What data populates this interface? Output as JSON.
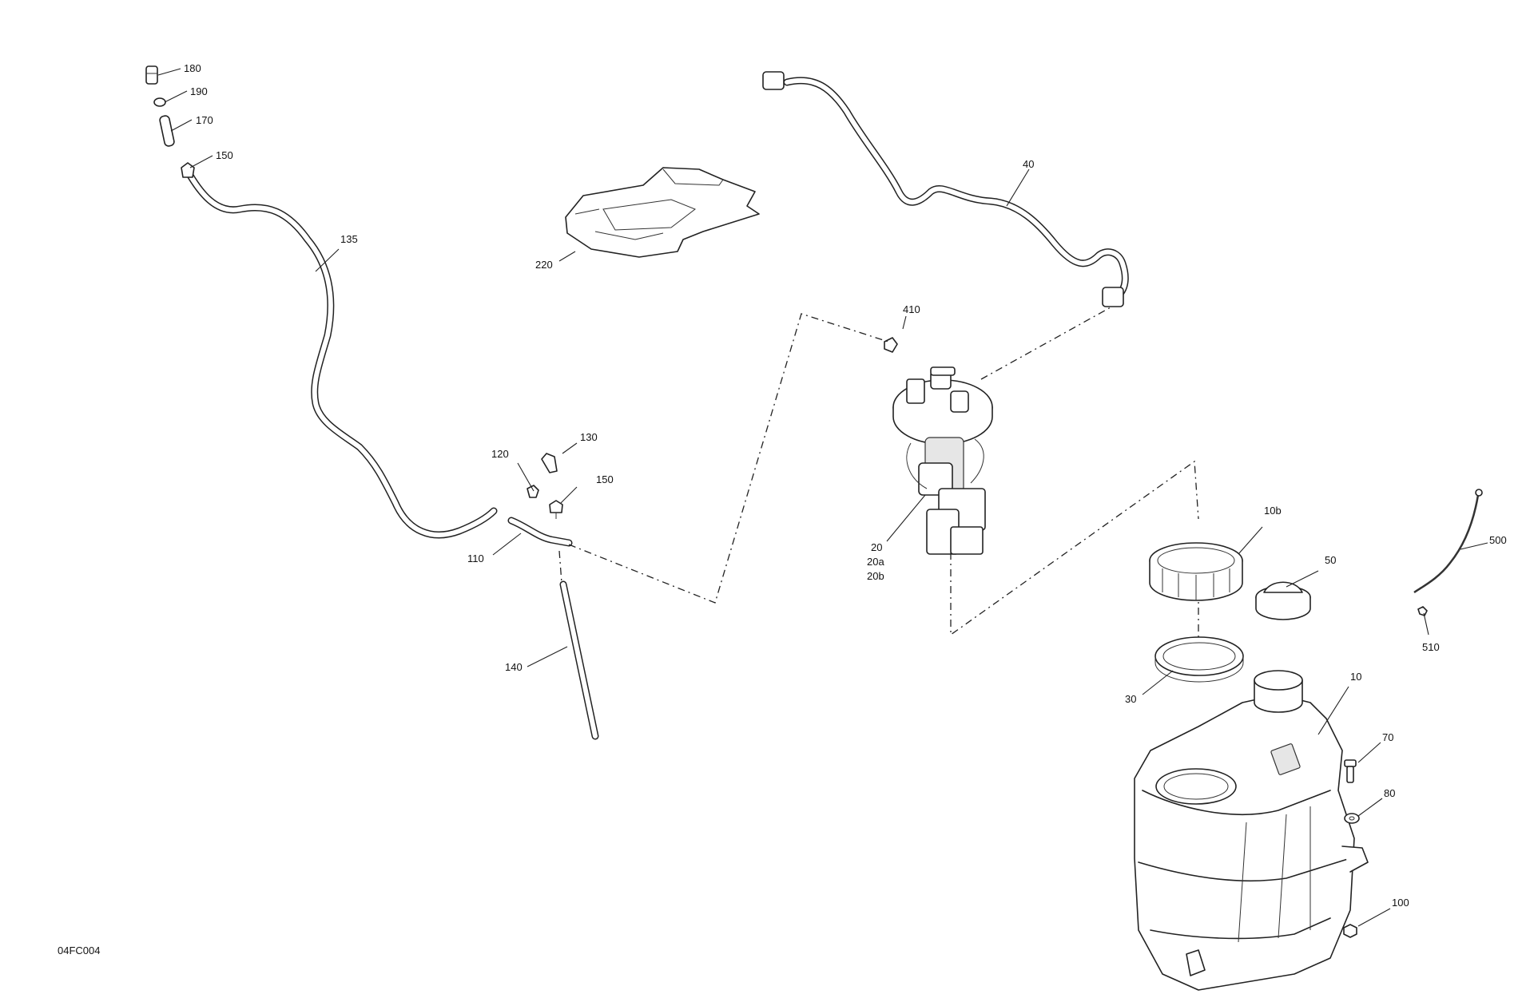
{
  "drawing_code": "04FC004",
  "callouts": {
    "c180": "180",
    "c190": "190",
    "c170": "170",
    "c150a": "150",
    "c135": "135",
    "c220": "220",
    "c40": "40",
    "c410": "410",
    "c120": "120",
    "c130": "130",
    "c150b": "150",
    "c110": "110",
    "c140": "140",
    "c20": "20",
    "c20a": "20a",
    "c20b": "20b",
    "c10b": "10b",
    "c50": "50",
    "c500": "500",
    "c510": "510",
    "c30": "30",
    "c10": "10",
    "c70": "70",
    "c80": "80",
    "c100": "100"
  }
}
